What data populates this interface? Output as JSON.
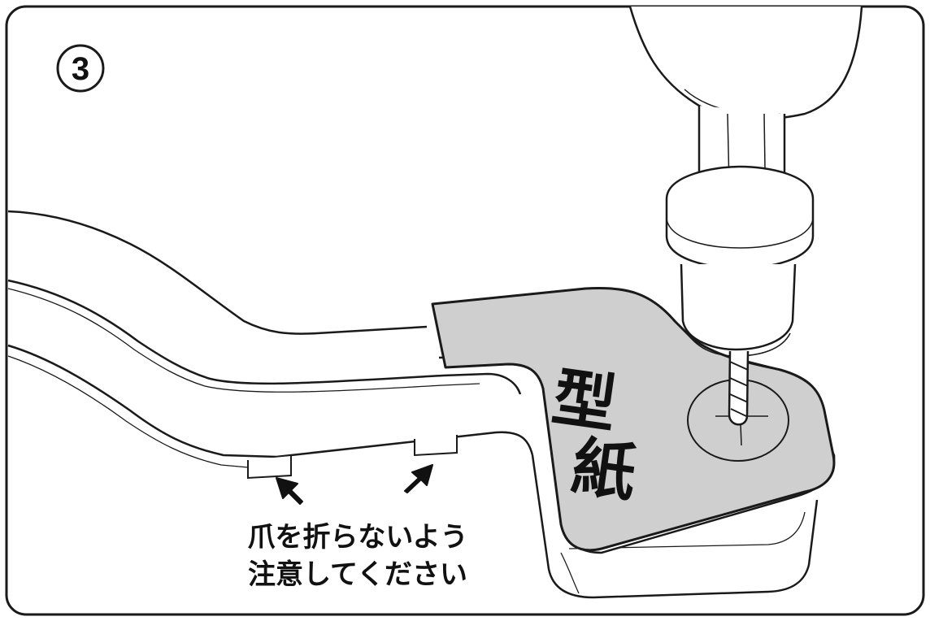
{
  "step": {
    "number": "3"
  },
  "template": {
    "label_line1": "型",
    "label_line2": "紙"
  },
  "caution": {
    "line1": "爪を折らないよう",
    "line2": "注意してください"
  },
  "colors": {
    "ink": "#1a1a1a",
    "template_fill": "#d0d0d0",
    "background": "#ffffff"
  },
  "icons": [
    "drill-icon",
    "arrow-up-right-icon",
    "arrow-up-left-icon"
  ]
}
